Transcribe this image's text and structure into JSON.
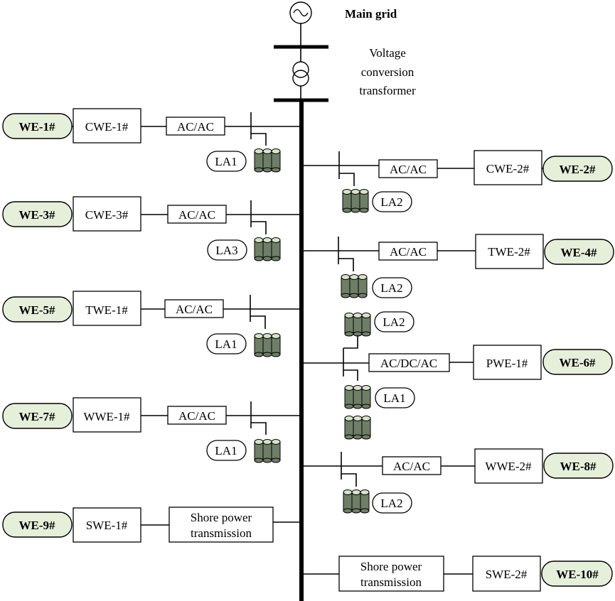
{
  "main_grid": {
    "label": "Main grid",
    "source": "ac-source-icon"
  },
  "transformer": {
    "lines": [
      "Voltage",
      "conversion",
      "transformer"
    ]
  },
  "left_branches": [
    {
      "we": "WE-1#",
      "unit": "CWE-1#",
      "converter": "AC/AC",
      "la": "LA1"
    },
    {
      "we": "WE-3#",
      "unit": "CWE-3#",
      "converter": "AC/AC",
      "la": "LA3"
    },
    {
      "we": "WE-5#",
      "unit": "TWE-1#",
      "converter": "AC/AC",
      "la": "LA1"
    },
    {
      "we": "WE-7#",
      "unit": "WWE-1#",
      "converter": "AC/AC",
      "la": "LA1"
    },
    {
      "we": "WE-9#",
      "unit": "SWE-1#",
      "converter_lines": [
        "Shore power",
        "transmission"
      ]
    }
  ],
  "right_branches": [
    {
      "we": "WE-2#",
      "unit": "CWE-2#",
      "converter": "AC/AC",
      "la": "LA2"
    },
    {
      "we": "WE-4#",
      "unit": "TWE-2#",
      "converter": "AC/AC",
      "la": "LA2"
    },
    {
      "we": "WE-6#",
      "unit": "PWE-1#",
      "converter": "AC/DC/AC",
      "la_top": "LA2",
      "la": "LA1"
    },
    {
      "we": "WE-8#",
      "unit": "WWE-2#",
      "converter": "AC/AC",
      "la": "LA2"
    },
    {
      "we": "WE-10#",
      "unit": "SWE-2#",
      "converter_lines": [
        "Shore power",
        "transmission"
      ]
    }
  ],
  "colors": {
    "we_fill": "#e6efd9",
    "battery_fill": "#6f7f67",
    "battery_top": "#d6e3c9"
  }
}
